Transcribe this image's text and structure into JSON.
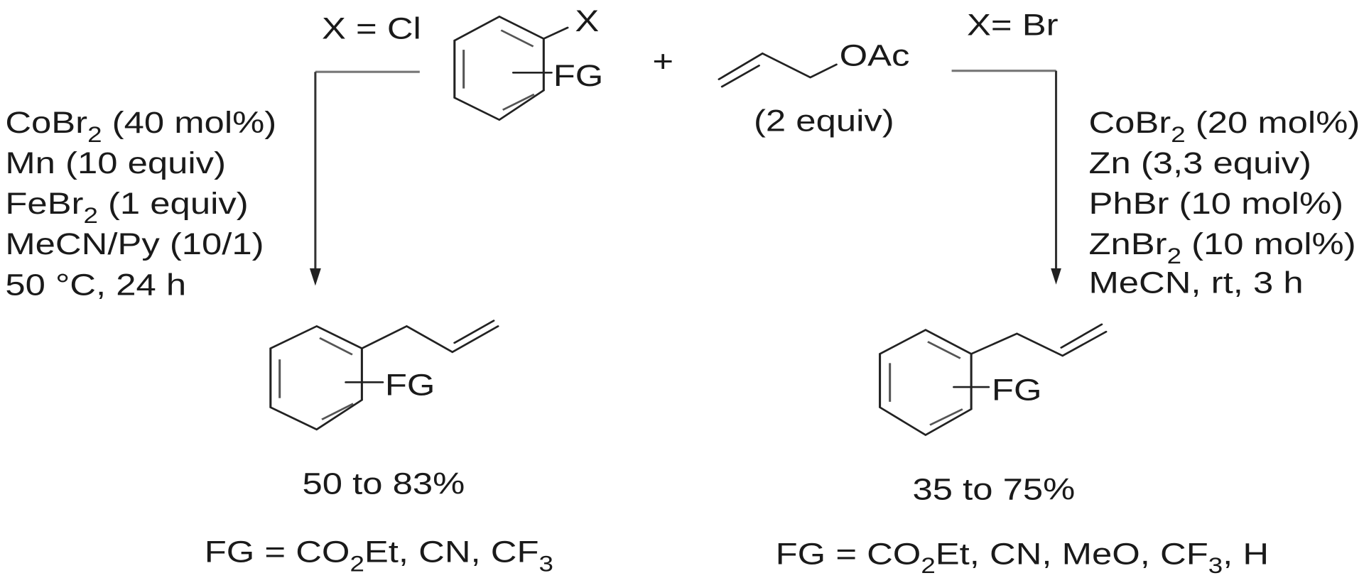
{
  "reactant": {
    "substituent_x": "X",
    "substituent_fg": "FG"
  },
  "plus": "+",
  "allyl_acetate": {
    "group": "OAc",
    "amount": "(2 equiv)"
  },
  "left_route": {
    "label": "X = Cl",
    "conditions": [
      {
        "pre": "CoBr",
        "sub": "2",
        "post": " (40 mol%)"
      },
      {
        "pre": "Mn (10 equiv)",
        "sub": "",
        "post": ""
      },
      {
        "pre": "FeBr",
        "sub": "2",
        "post": " (1 equiv)"
      },
      {
        "pre": "MeCN/Py (10/1)",
        "sub": "",
        "post": ""
      },
      {
        "pre": "50 °C, 24 h",
        "sub": "",
        "post": ""
      }
    ],
    "product_fg": "FG",
    "yield": "50 to 83%",
    "fg_scope": {
      "a": "FG = CO",
      "a_sub": "2",
      "b": "Et, CN, CF",
      "b_sub": "3"
    }
  },
  "right_route": {
    "label": "X= Br",
    "conditions": [
      {
        "pre": "CoBr",
        "sub": "2",
        "post": " (20 mol%)"
      },
      {
        "pre": "Zn (3,3 equiv)",
        "sub": "",
        "post": ""
      },
      {
        "pre": "PhBr (10 mol%)",
        "sub": "",
        "post": ""
      },
      {
        "pre": "ZnBr",
        "sub": "2",
        "post": " (10 mol%)"
      },
      {
        "pre": "MeCN, rt, 3 h",
        "sub": "",
        "post": ""
      }
    ],
    "product_fg": "FG",
    "yield": "35 to 75%",
    "fg_scope": {
      "a": "FG = CO",
      "a_sub": "2",
      "b": "Et, CN, MeO, CF",
      "b_sub": "3",
      "c": ", H"
    }
  }
}
